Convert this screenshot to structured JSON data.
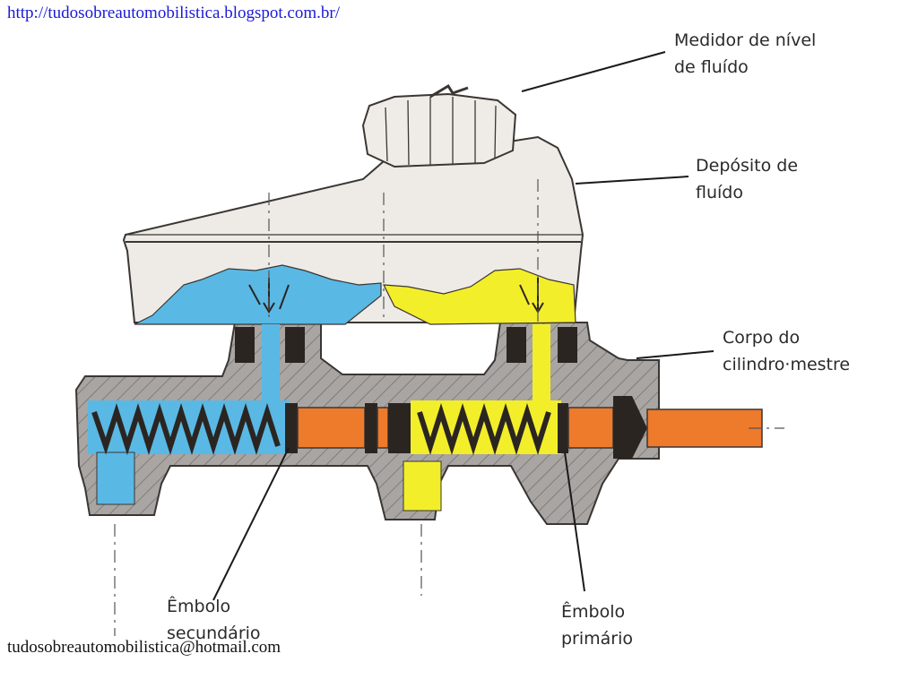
{
  "header": {
    "url": "http://tudosobreautomobilistica.blogspot.com.br/"
  },
  "footer": {
    "email": "tudosobreautomobilistica@hotmail.com"
  },
  "labels": {
    "medidor": [
      "Medidor de nível",
      "de fluído"
    ],
    "deposito": [
      "Depósito de",
      "fluído"
    ],
    "corpo": [
      "Corpo do",
      "cilindro·mestre"
    ],
    "embolo_secundario": [
      "Êmbolo",
      "secundário"
    ],
    "embolo_primario": [
      "Êmbolo",
      "primário"
    ]
  },
  "colors": {
    "body": "#a9a5a2",
    "reservoir": "#eeebe6",
    "fluid_secondary": "#5ab8e4",
    "fluid_primary": "#f3ee2a",
    "piston": "#ee7a2c",
    "seal": "#2b2521"
  }
}
